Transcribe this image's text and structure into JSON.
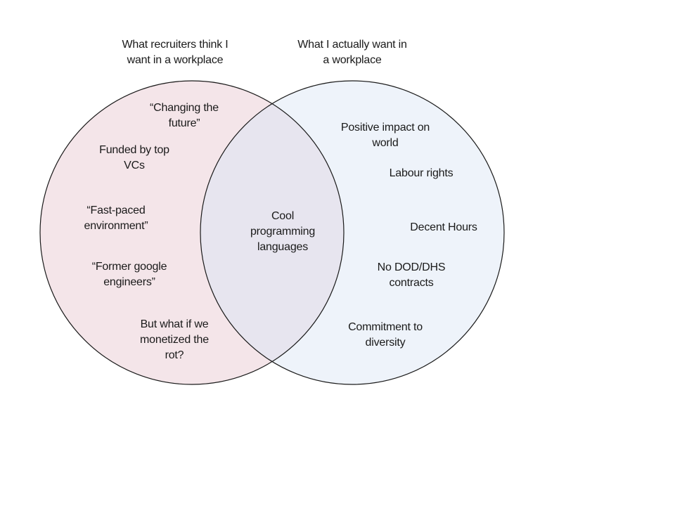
{
  "diagram": {
    "type": "venn",
    "colors": {
      "left_fill": "#f4e5e9",
      "right_fill": "#eef3fa",
      "overlap_fill": "#e7e5ef",
      "stroke": "#1a1a1a",
      "text": "#1a1a1a"
    },
    "left_set": {
      "title": "What recruiters think I\nwant in a workplace",
      "items": [
        "“Changing the\nfuture”",
        "Funded by top\nVCs",
        "“Fast-paced\nenvironment”",
        "“Former google\nengineers”",
        "But what if we\nmonetized the\nrot?"
      ]
    },
    "right_set": {
      "title": "What I actually want in\na workplace",
      "items": [
        "Positive impact on\nworld",
        "Labour rights",
        "Decent Hours",
        "No DOD/DHS\ncontracts",
        "Commitment to\ndiversity"
      ]
    },
    "intersection": {
      "items": [
        "Cool\nprogramming\nlanguages"
      ]
    }
  }
}
